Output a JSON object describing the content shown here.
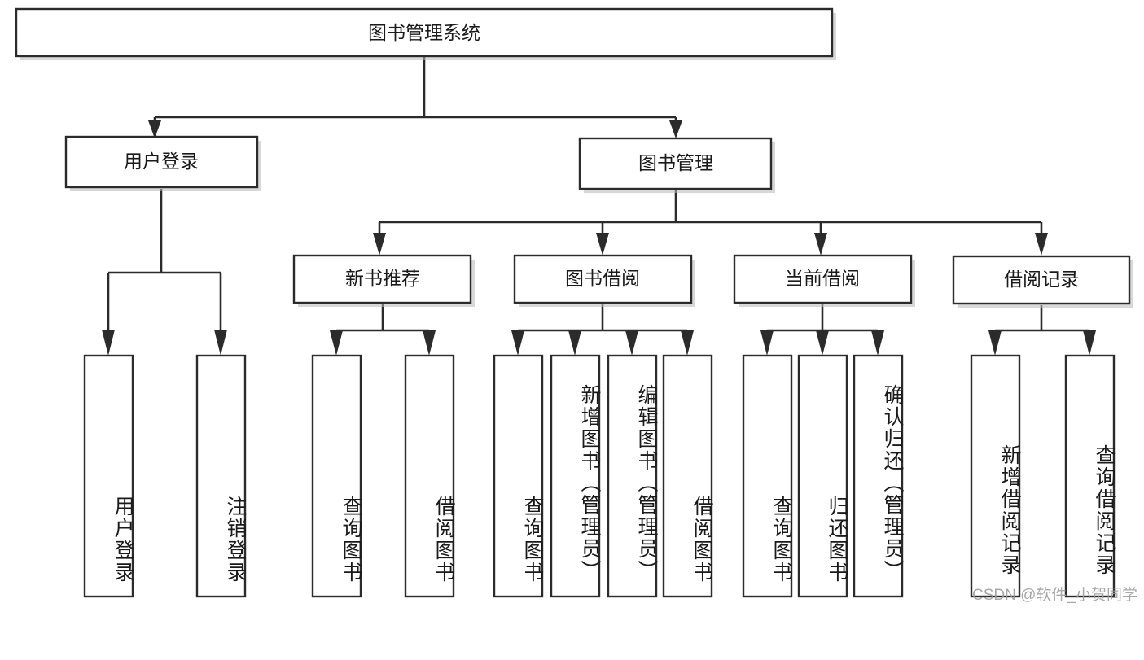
{
  "diagram": {
    "title": "图书管理系统",
    "type": "tree-hierarchy",
    "watermark": "CSDN @软件_小贺同学",
    "colors": {
      "stroke": "#2b2b2b",
      "fill": "#ffffff",
      "text": "#1a1a1a",
      "shadow": "#b8b8b8",
      "watermark": "#9a9a9a",
      "background": "#ffffff"
    },
    "root": {
      "id": "root",
      "label": "图书管理系统"
    },
    "level2": [
      {
        "id": "user-login",
        "label": "用户登录"
      },
      {
        "id": "book-manage",
        "label": "图书管理"
      }
    ],
    "level3": [
      {
        "id": "new-book-recommend",
        "label": "新书推荐"
      },
      {
        "id": "book-borrow",
        "label": "图书借阅"
      },
      {
        "id": "current-borrow",
        "label": "当前借阅"
      },
      {
        "id": "borrow-record",
        "label": "借阅记录"
      }
    ],
    "leaves": {
      "user-login": [
        {
          "id": "leaf-user-login",
          "label": "用户登录"
        },
        {
          "id": "leaf-logout-login",
          "label": "注销登录"
        }
      ],
      "new-book-recommend": [
        {
          "id": "leaf-query-book-1",
          "label": "查询图书"
        },
        {
          "id": "leaf-borrow-book-1",
          "label": "借阅图书"
        }
      ],
      "book-borrow": [
        {
          "id": "leaf-query-book-2",
          "label": "查询图书"
        },
        {
          "id": "leaf-add-book-admin",
          "label": "新增图书（管理员）"
        },
        {
          "id": "leaf-edit-book-admin",
          "label": "编辑图书（管理员）"
        },
        {
          "id": "leaf-borrow-book-2",
          "label": "借阅图书"
        }
      ],
      "current-borrow": [
        {
          "id": "leaf-query-book-3",
          "label": "查询图书"
        },
        {
          "id": "leaf-return-book",
          "label": "归还图书"
        },
        {
          "id": "leaf-confirm-return-admin",
          "label": "确认归还（管理员）"
        }
      ],
      "borrow-record": [
        {
          "id": "leaf-add-borrow-record",
          "label": "新增借阅记录"
        },
        {
          "id": "leaf-query-borrow-record",
          "label": "查询借阅记录"
        }
      ]
    }
  }
}
